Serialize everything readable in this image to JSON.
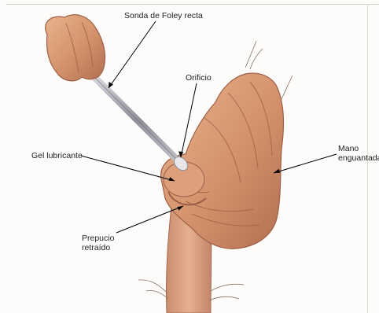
{
  "labels": {
    "sonda": "Sonda de Foley recta",
    "orificio": "Orificio",
    "gel": "Gel lubricante",
    "mano_line1": "Mano",
    "mano_line2": "enguantada",
    "prepucio_line1": "Prepucio",
    "prepucio_line2": "retraído"
  },
  "colors": {
    "skin": "#d79a72",
    "skin_shadow": "#a8644a",
    "catheter": "#a9a9b2",
    "leader_line": "#000000"
  }
}
